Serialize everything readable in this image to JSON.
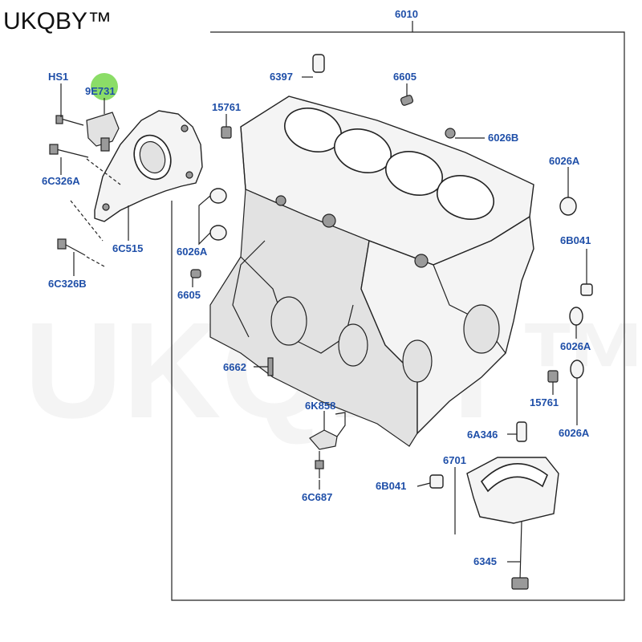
{
  "brand": "UKQBY™",
  "watermark": "UKQBY™",
  "highlight_color": "#7ed957",
  "label_color": "#1f4fa8",
  "labels": {
    "hs1": "HS1",
    "l9e731": "9E731",
    "l6c326a": "6C326A",
    "l6c515": "6C515",
    "l6c326b": "6C326B",
    "l6010": "6010",
    "l6397": "6397",
    "l6605_top": "6605",
    "l15761_left": "15761",
    "l6026b": "6026B",
    "l6026a_right_top": "6026A",
    "l6026a_left": "6026A",
    "l6b041_right": "6B041",
    "l6605_left": "6605",
    "l6026a_right_mid": "6026A",
    "l6662": "6662",
    "l15761_right": "15761",
    "l6026a_right_bottom": "6026A",
    "l6k858": "6K858",
    "l6a346": "6A346",
    "l6701": "6701",
    "l6c687": "6C687",
    "l6b041_bottom": "6B041",
    "l6345": "6345"
  }
}
